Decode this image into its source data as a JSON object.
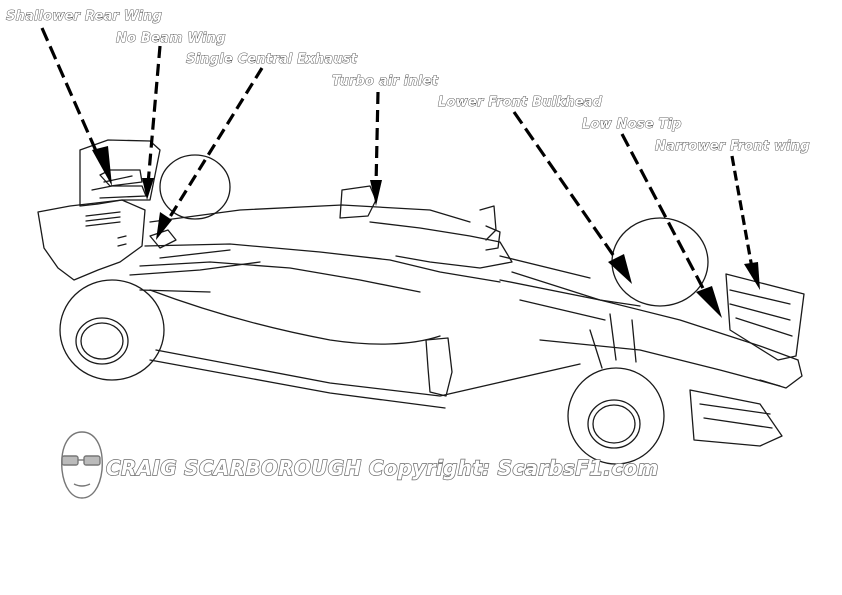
{
  "callouts": [
    "Shallower Rear Wing",
    "No Beam Wing",
    "Single Central Exhaust",
    "Turbo air inlet",
    "Lower Front Bulkhead",
    "Low Nose Tip",
    "Narrower Front wing"
  ],
  "watermark": {
    "text": "CRAIG SCARBOROUGH Copyright: ScarbsF1.com",
    "icon": "author-portrait-icon"
  },
  "colors": {
    "line": "#1a1a1a",
    "label_outline": "#333333",
    "watermark_outline": "#6a6a6a"
  }
}
